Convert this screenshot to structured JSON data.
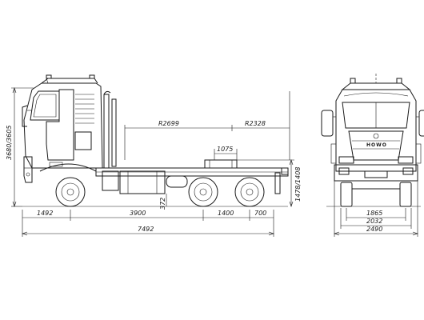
{
  "dimensions": {
    "height_overall": "3680/3605",
    "fifth_wheel_height": "1478/1408",
    "front_overhang": "1492",
    "wheelbase_front": "3900",
    "tandem_spacing": "1400",
    "rear_overhang": "700",
    "overall_length": "7492",
    "radius_front": "R2699",
    "radius_rear": "R2328",
    "fifth_wheel_offset": "1075",
    "frame_height": "372",
    "track_front": "1865",
    "track_rear": "2032",
    "overall_width": "2490"
  },
  "branding": {
    "grille_logo": "HOWO"
  }
}
